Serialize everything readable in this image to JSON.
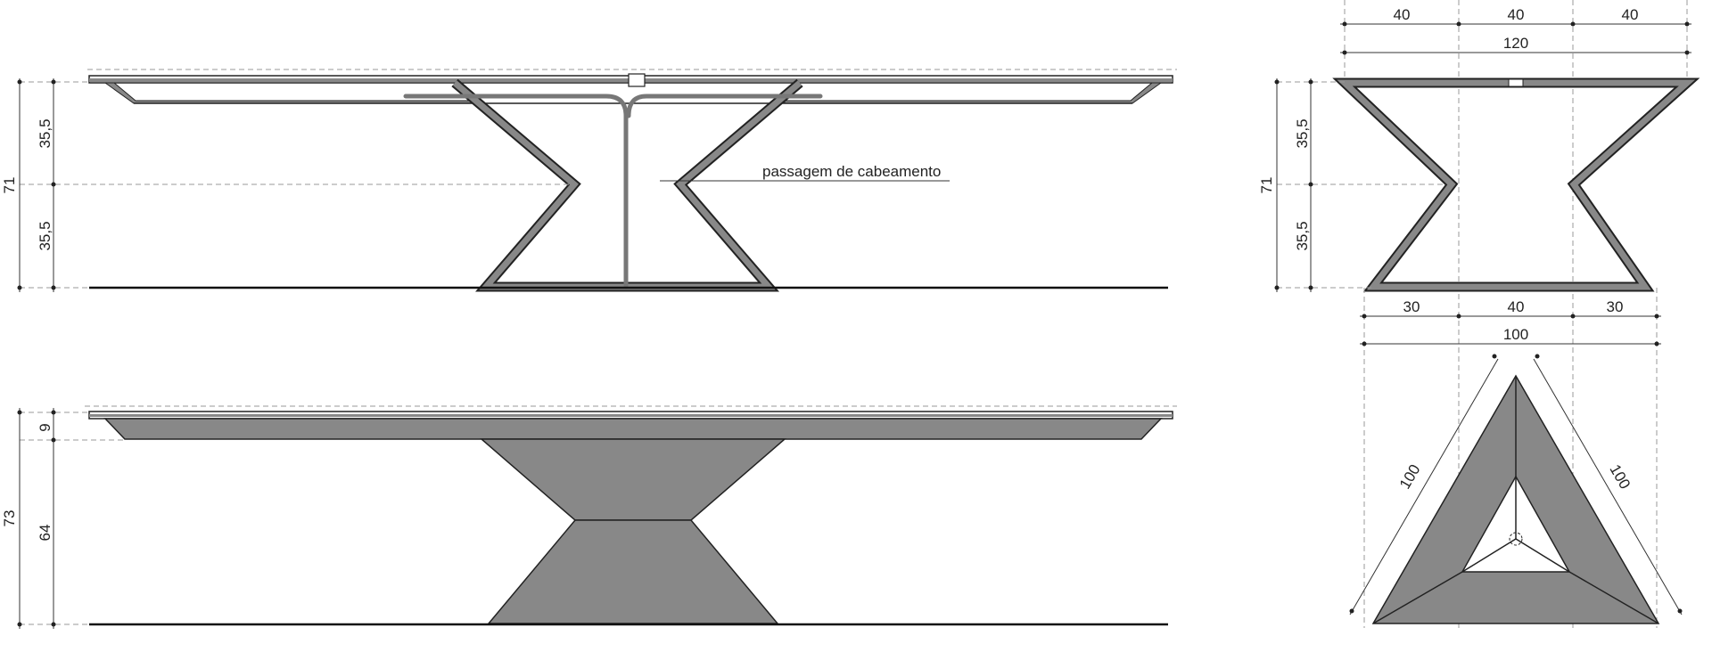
{
  "annotation": "passagem de cabeamento",
  "dims": {
    "front_total": "71",
    "front_upper": "35,5",
    "front_lower": "35,5",
    "elev_total": "73",
    "elev_top": "9",
    "elev_base": "64",
    "side_top_a": "40",
    "side_top_b": "40",
    "side_top_c": "40",
    "side_top_total": "120",
    "side_total": "71",
    "side_upper": "35,5",
    "side_lower": "35,5",
    "side_bot_a": "30",
    "side_bot_b": "40",
    "side_bot_c": "30",
    "side_bot_total": "100",
    "plan_left": "100",
    "plan_right": "100"
  },
  "colors": {
    "fill_gray": "#888888",
    "line": "#222222"
  }
}
